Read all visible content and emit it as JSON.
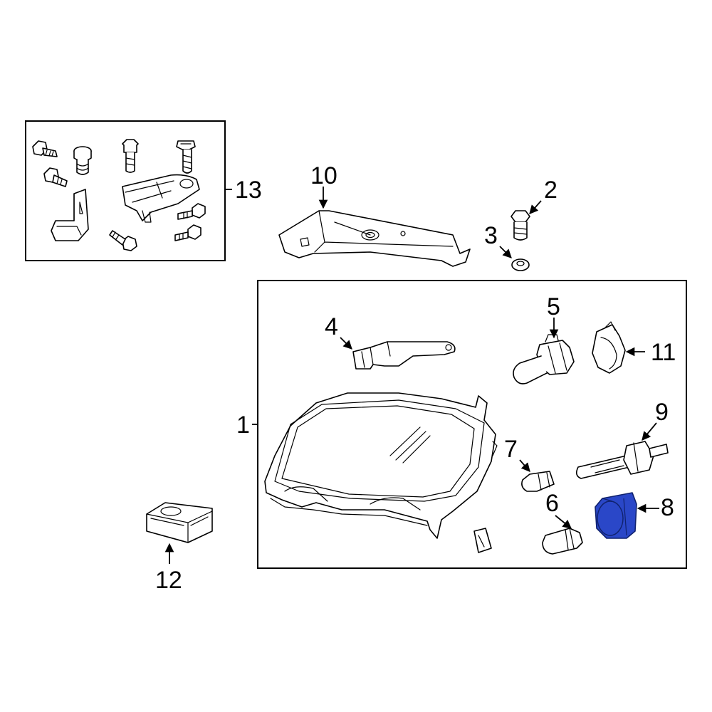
{
  "callouts": {
    "c1": "1",
    "c2": "2",
    "c3": "3",
    "c4": "4",
    "c5": "5",
    "c6": "6",
    "c7": "7",
    "c8": "8",
    "c9": "9",
    "c10": "10",
    "c11": "11",
    "c12": "12",
    "c13": "13"
  },
  "highlight": {
    "part": "8",
    "fill": "#2a47c8",
    "stroke": "#10226e"
  },
  "colors": {
    "line": "#000000",
    "background": "#ffffff"
  }
}
